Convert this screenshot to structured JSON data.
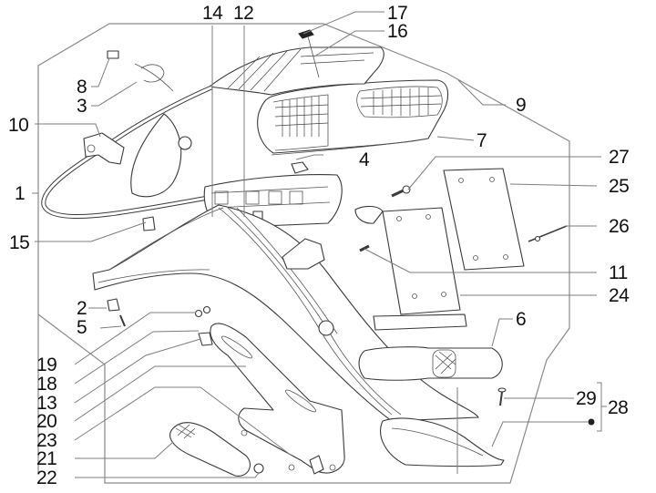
{
  "diagram": {
    "type": "exploded-parts-diagram",
    "subject": "Rear mudguard / license plate holder assembly",
    "callouts": [
      {
        "id": "14",
        "label": "14"
      },
      {
        "id": "12",
        "label": "12"
      },
      {
        "id": "17",
        "label": "17"
      },
      {
        "id": "16",
        "label": "16"
      },
      {
        "id": "8",
        "label": "8"
      },
      {
        "id": "3",
        "label": "3"
      },
      {
        "id": "9",
        "label": "9"
      },
      {
        "id": "10",
        "label": "10"
      },
      {
        "id": "7",
        "label": "7"
      },
      {
        "id": "4",
        "label": "4"
      },
      {
        "id": "27",
        "label": "27"
      },
      {
        "id": "1",
        "label": "1"
      },
      {
        "id": "25",
        "label": "25"
      },
      {
        "id": "15",
        "label": "15"
      },
      {
        "id": "26",
        "label": "26"
      },
      {
        "id": "11",
        "label": "11"
      },
      {
        "id": "2",
        "label": "2"
      },
      {
        "id": "24",
        "label": "24"
      },
      {
        "id": "5",
        "label": "5"
      },
      {
        "id": "6",
        "label": "6"
      },
      {
        "id": "19",
        "label": "19"
      },
      {
        "id": "18",
        "label": "18"
      },
      {
        "id": "13",
        "label": "13"
      },
      {
        "id": "29",
        "label": "29"
      },
      {
        "id": "28",
        "label": "28"
      },
      {
        "id": "20",
        "label": "20"
      },
      {
        "id": "23",
        "label": "23"
      },
      {
        "id": "21",
        "label": "21"
      },
      {
        "id": "22",
        "label": "22"
      }
    ],
    "groups": [
      {
        "label": "28",
        "members": [
          "29",
          "•"
        ]
      }
    ]
  }
}
